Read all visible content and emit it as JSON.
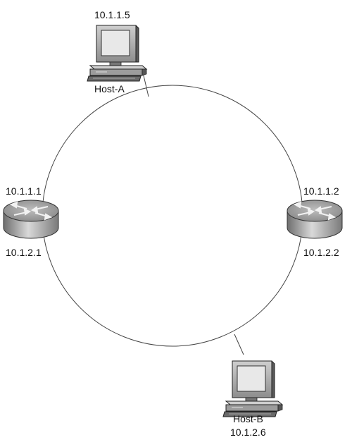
{
  "diagram": {
    "hosts": [
      {
        "name": "Host-A",
        "ip": "10.1.1.5"
      },
      {
        "name": "Host-B",
        "ip": "10.1.2.6"
      }
    ],
    "routers": [
      {
        "ip_top": "10.1.1.1",
        "ip_bottom": "10.1.2.1"
      },
      {
        "ip_top": "10.1.1.2",
        "ip_bottom": "10.1.2.2"
      }
    ],
    "colors": {
      "line": "#444444",
      "device_dark": "#555555",
      "device_mid": "#9a9a9a",
      "device_light": "#d8d8d8",
      "screen": "#e6e6e6"
    },
    "icons": {
      "hosts": "workstation-icon",
      "routers": "router-icon"
    }
  }
}
